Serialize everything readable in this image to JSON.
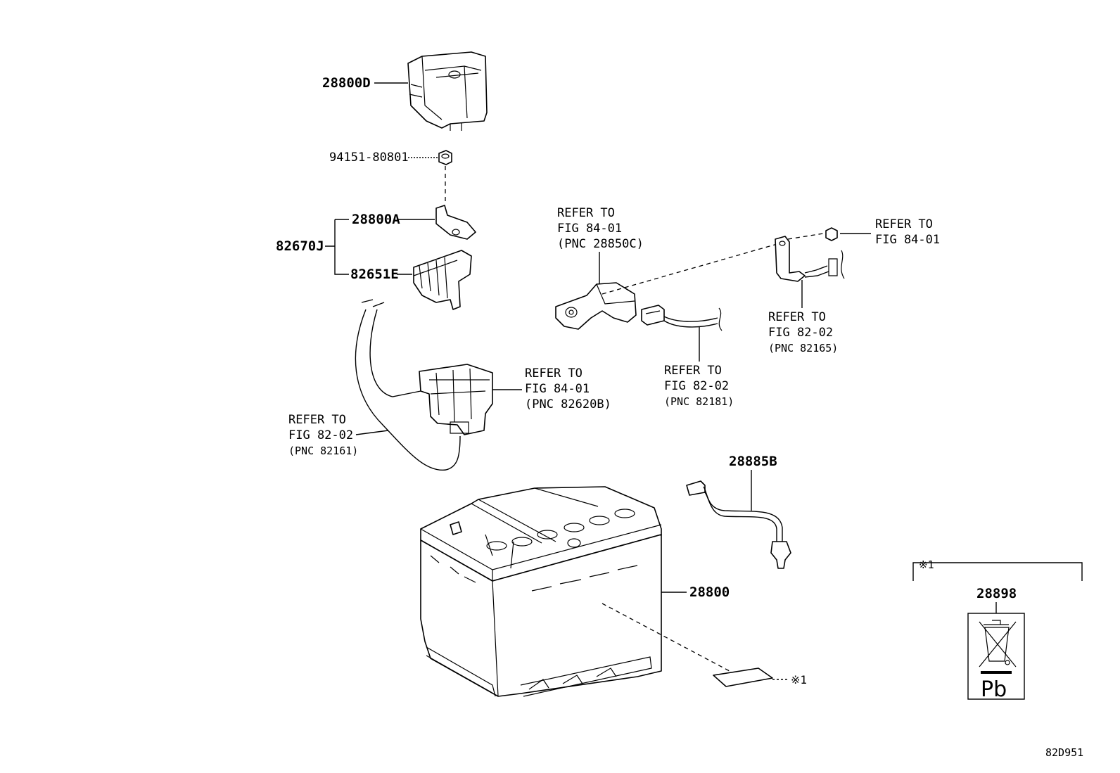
{
  "parts": {
    "p28800D": "28800D",
    "p94151": "94151-80801",
    "p28800A": "28800A",
    "p82670J": "82670J",
    "p82651E": "82651E",
    "p28885B": "28885B",
    "p28800": "28800",
    "p28898": "28898"
  },
  "refs": {
    "r1": [
      "REFER TO",
      "FIG 84-01",
      "(PNC 28850C)"
    ],
    "r2": [
      "REFER TO",
      "FIG 84-01"
    ],
    "r3": [
      "REFER TO",
      "FIG 82-02",
      "(PNC 82165)"
    ],
    "r4": [
      "REFER TO",
      "FIG 84-01",
      "(PNC 82620B)"
    ],
    "r5": [
      "REFER TO",
      "FIG 82-02",
      "(PNC 82181)"
    ],
    "r6": [
      "REFER TO",
      "FIG 82-02",
      "(PNC 82161)"
    ]
  },
  "notes": {
    "mark": "※1",
    "mark_label": "※1",
    "pb": "Pb",
    "figure_code": "82D951"
  }
}
